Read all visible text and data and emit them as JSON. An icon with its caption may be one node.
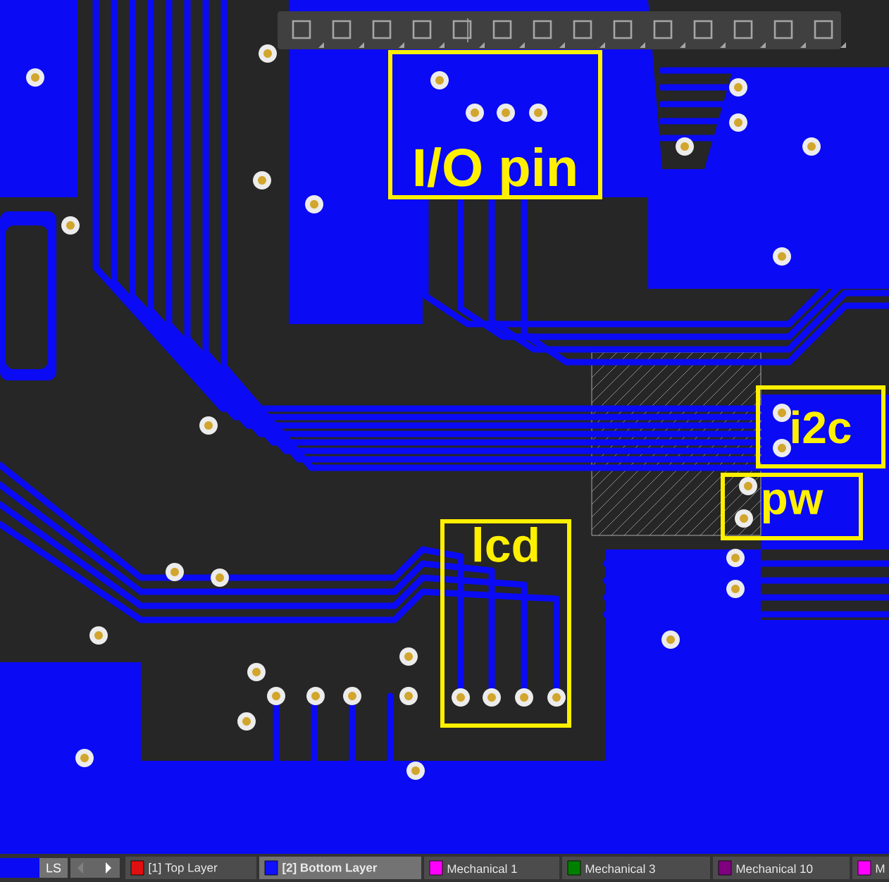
{
  "diagram": {
    "nodes": [
      {
        "text": [
          "I/O pin"
        ]
      },
      {
        "text": [
          "i2c"
        ]
      },
      {
        "text": [
          "pw"
        ]
      },
      {
        "text": [
          "lcd"
        ]
      }
    ],
    "labels": [
      "LS"
    ],
    "legend": [
      {
        "text": "[1] Top Layer",
        "color": "#e01010"
      },
      {
        "text": "[2] Bottom Layer",
        "color": "#1010ff"
      },
      {
        "text": "Mechanical 1",
        "color": "#ff00ff"
      },
      {
        "text": "Mechanical 3",
        "color": "#008000"
      },
      {
        "text": "Mechanical 10",
        "color": "#800080"
      },
      {
        "text": "M",
        "color": "#ff00ff"
      }
    ]
  }
}
